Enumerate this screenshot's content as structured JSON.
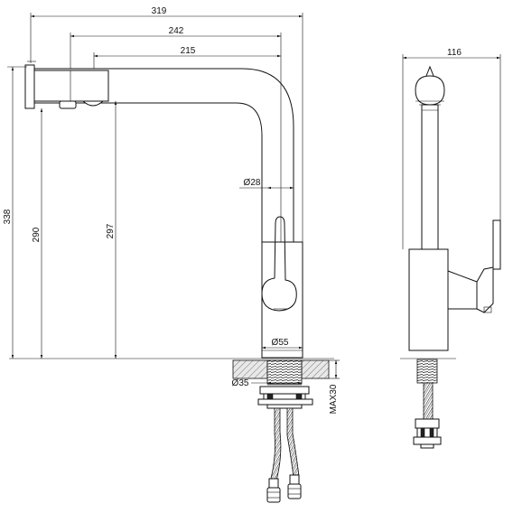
{
  "dimensions": {
    "overall_width": "319",
    "spout_reach": "242",
    "spout_reach_inner": "215",
    "overall_height": "338",
    "outlet_height": "290",
    "spout_height": "297",
    "spout_diameter": "Ø28",
    "base_diameter": "Ø55",
    "mount_hole": "Ø35",
    "max_counter": "MAX30",
    "side_width": "116"
  }
}
